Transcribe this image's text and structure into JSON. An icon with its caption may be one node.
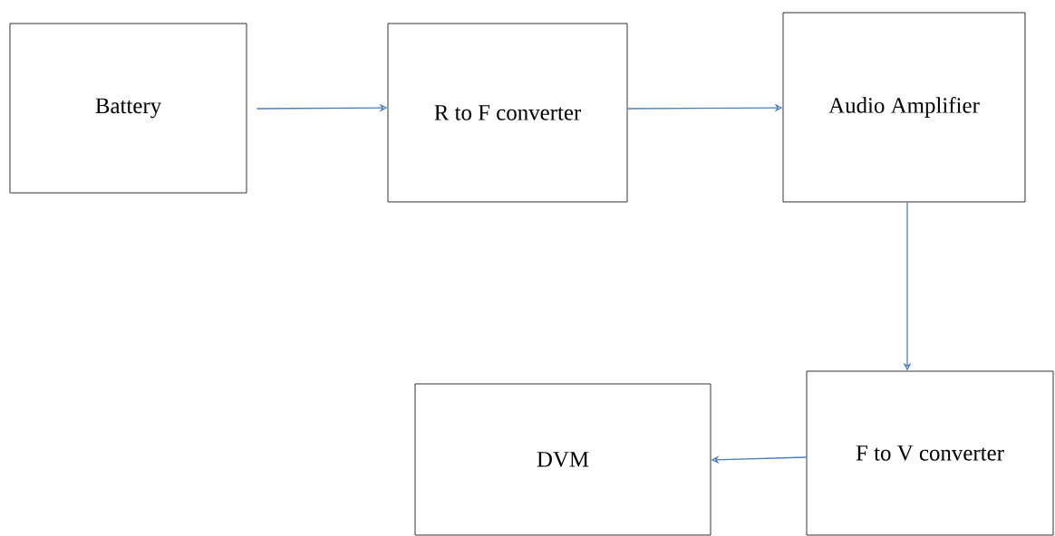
{
  "diagram": {
    "nodes": [
      {
        "text": [
          "Battery"
        ]
      },
      {
        "text": [
          "R to F converter"
        ]
      },
      {
        "text": [
          "Audio Amplifier"
        ]
      },
      {
        "text": [
          "F to V converter"
        ]
      },
      {
        "text": [
          "DVM"
        ]
      }
    ],
    "edges": [
      {
        "from": 0,
        "to": 1,
        "arrow": "to"
      },
      {
        "from": 1,
        "to": 2,
        "arrow": "to"
      },
      {
        "from": 2,
        "to": 3,
        "arrow": "to"
      },
      {
        "from": 3,
        "to": 4,
        "arrow": "to"
      }
    ]
  }
}
